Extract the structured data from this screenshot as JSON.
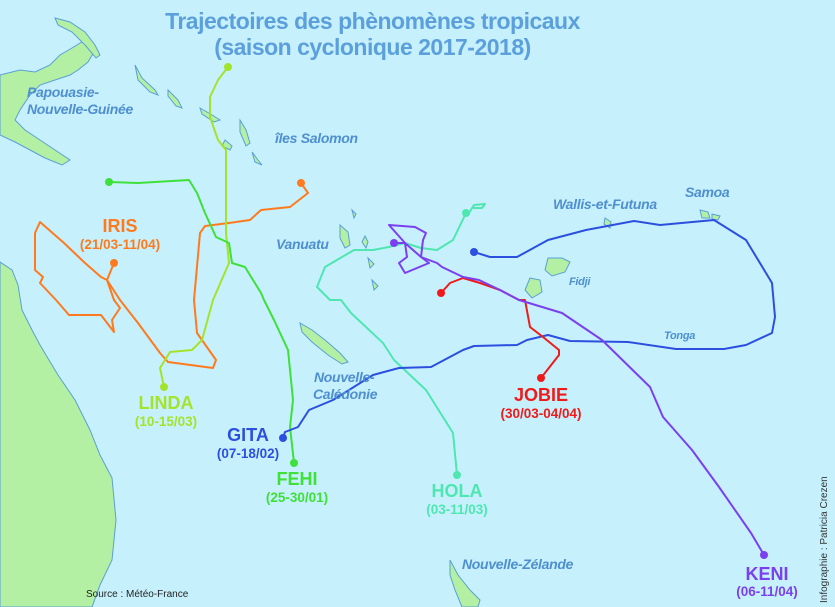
{
  "title": {
    "line1": "Trajectoires des phènomènes tropicaux",
    "line2": "(saison cyclonique 2017-2018)"
  },
  "places": {
    "png_line1": "Papouasie-",
    "png_line2": "Nouvelle-Guinée",
    "solomon": "îles Salomon",
    "vanuatu": "Vanuatu",
    "wallis": "Wallis-et-Futuna",
    "samoa": "Samoa",
    "fiji": "Fidji",
    "tonga": "Tonga",
    "nc_line1": "Nouvelle-",
    "nc_line2": "Calédonie",
    "nz": "Nouvelle-Zélande"
  },
  "storms": {
    "iris": {
      "name": "IRIS",
      "dates": "(21/03-11/04)",
      "color": "#ff7a1e"
    },
    "linda": {
      "name": "LINDA",
      "dates": "(10-15/03)",
      "color": "#a4e32c"
    },
    "gita": {
      "name": "GITA",
      "dates": "(07-18/02)",
      "color": "#2c4fe0"
    },
    "fehi": {
      "name": "FEHI",
      "dates": "(25-30/01)",
      "color": "#3fe03a"
    },
    "hola": {
      "name": "HOLA",
      "dates": "(03-11/03)",
      "color": "#4fe6b2"
    },
    "jobie": {
      "name": "JOBIE",
      "dates": "(30/03-04/04)",
      "color": "#f01a1a"
    },
    "keni": {
      "name": "KENI",
      "dates": "(06-11/04)",
      "color": "#7a40f0"
    }
  },
  "source": "Source : Météo-France",
  "credit": "Infographie : Patricia Crezen"
}
